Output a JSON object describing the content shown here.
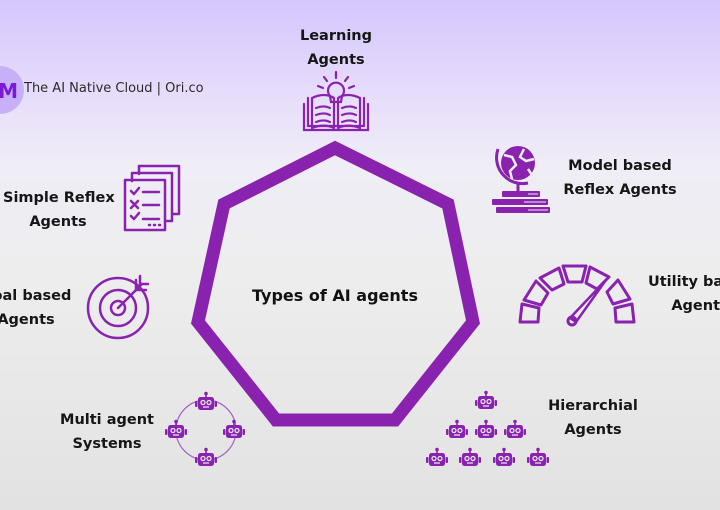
{
  "brand": {
    "logo_letter": "M",
    "text": "The AI Native Cloud | Ori.co"
  },
  "center": {
    "title": "Types of AI agents"
  },
  "colors": {
    "accent": "#8a22b0",
    "background_top": "#d5c6fc",
    "background_bottom": "#e2e2e2",
    "text": "#161616"
  },
  "agent_types": [
    {
      "id": "learning",
      "line1": "Learning",
      "line2": "Agents",
      "icon": "open-book-lightbulb-icon"
    },
    {
      "id": "model-based",
      "line1": "Model based",
      "line2": "Reflex Agents",
      "icon": "globe-books-icon"
    },
    {
      "id": "utility",
      "line1": "Utility  based",
      "line2": "Agents",
      "icon": "speedometer-gauge-icon"
    },
    {
      "id": "hierarchical",
      "line1": "Hierarchial",
      "line2": "Agents",
      "icon": "robot-pyramid-icon"
    },
    {
      "id": "multi-agent",
      "line1": "Multi agent",
      "line2": "Systems",
      "icon": "robot-circle-icon"
    },
    {
      "id": "goal-based",
      "line1": "Goal based",
      "line2": "Agents",
      "icon": "target-arrow-icon"
    },
    {
      "id": "simple-reflex",
      "line1": "Simple Reflex",
      "line2": "Agents",
      "icon": "checklist-documents-icon"
    }
  ]
}
